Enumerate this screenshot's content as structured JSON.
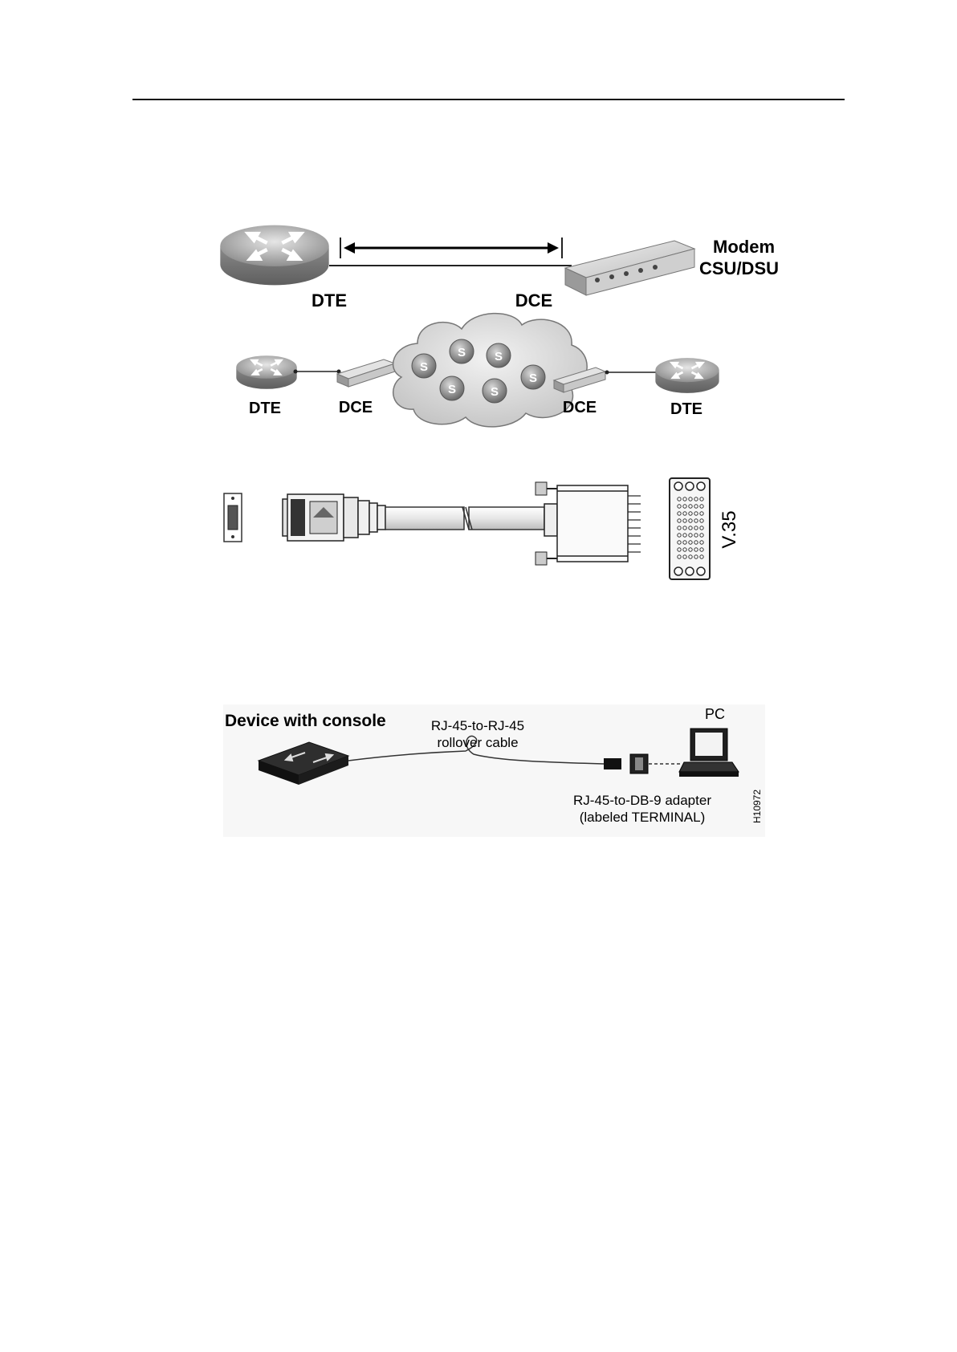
{
  "figure1": {
    "left_label": "DTE",
    "right_label": "DCE",
    "device_label_line1": "Modem",
    "device_label_line2": "CSU/DSU"
  },
  "figure2": {
    "switch_glyph": "S",
    "left_dte": "DTE",
    "left_dce": "DCE",
    "right_dce": "DCE",
    "right_dte": "DTE"
  },
  "figure3": {
    "connector_label": "V.35"
  },
  "figure4": {
    "device_label": "Device with console",
    "cable_label_line1": "RJ-45-to-RJ-45",
    "cable_label_line2": "rollover cable",
    "pc_label": "PC",
    "adapter_label_line1": "RJ-45-to-DB-9 adapter",
    "adapter_label_line2": "(labeled TERMINAL)",
    "figure_id": "H10972"
  },
  "colors": {
    "ink": "#111111",
    "router_gray": "#9a9a9a",
    "cloud_gray": "#d8d8d8",
    "switch_gray": "#8c8c8c"
  }
}
